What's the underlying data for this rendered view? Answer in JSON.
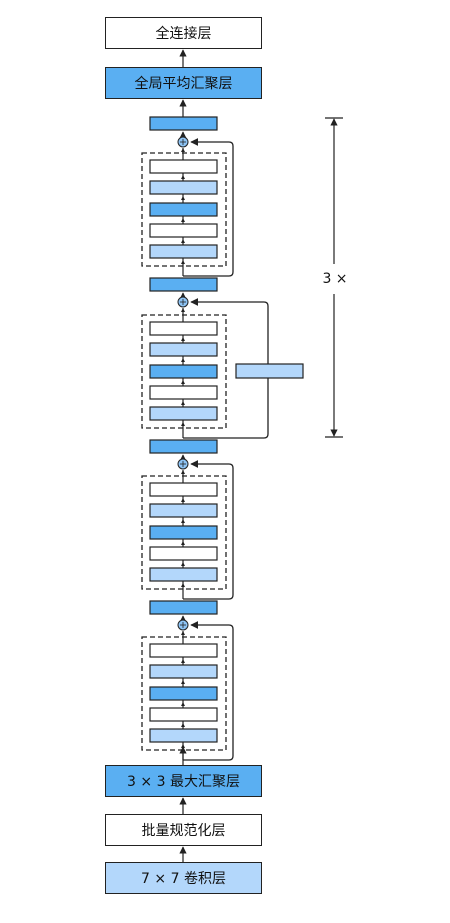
{
  "labels": {
    "fc": "全连接层",
    "gap": "全局平均汇聚层",
    "maxpool": "3 × 3 最大汇聚层",
    "bn": "批量规范化层",
    "conv": "7 × 7 卷积层"
  },
  "repeat_label": "3 ×",
  "colors": {
    "dark_blue": "#5aaff2",
    "light_blue": "#b3d7fb",
    "white": "#ffffff",
    "stroke": "#222222",
    "plus_fill": "#8ec4f5"
  },
  "blocks": [
    {
      "layers": [
        "white",
        "light_blue",
        "dark_blue",
        "white",
        "light_blue"
      ],
      "projection": false
    },
    {
      "layers": [
        "white",
        "light_blue",
        "dark_blue",
        "white",
        "light_blue"
      ],
      "projection": true
    },
    {
      "layers": [
        "white",
        "light_blue",
        "dark_blue",
        "white",
        "light_blue"
      ],
      "projection": false
    },
    {
      "layers": [
        "white",
        "light_blue",
        "dark_blue",
        "white",
        "light_blue"
      ],
      "projection": false
    }
  ]
}
